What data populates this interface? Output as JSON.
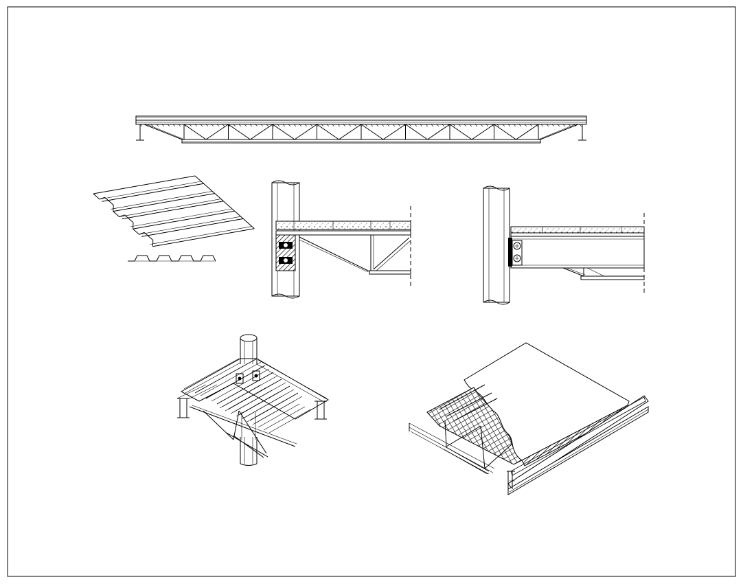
{
  "drawing": {
    "paper_color": "#ffffff",
    "line_color": "#000000",
    "views": [
      {
        "name": "open-web-joist-elevation"
      },
      {
        "name": "metal-deck-profile"
      },
      {
        "name": "joist-to-column-connection-section"
      },
      {
        "name": "beam-to-column-connection-section"
      },
      {
        "name": "column-joist-deck-isometric"
      },
      {
        "name": "composite-slab-cutaway-isometric"
      }
    ]
  }
}
